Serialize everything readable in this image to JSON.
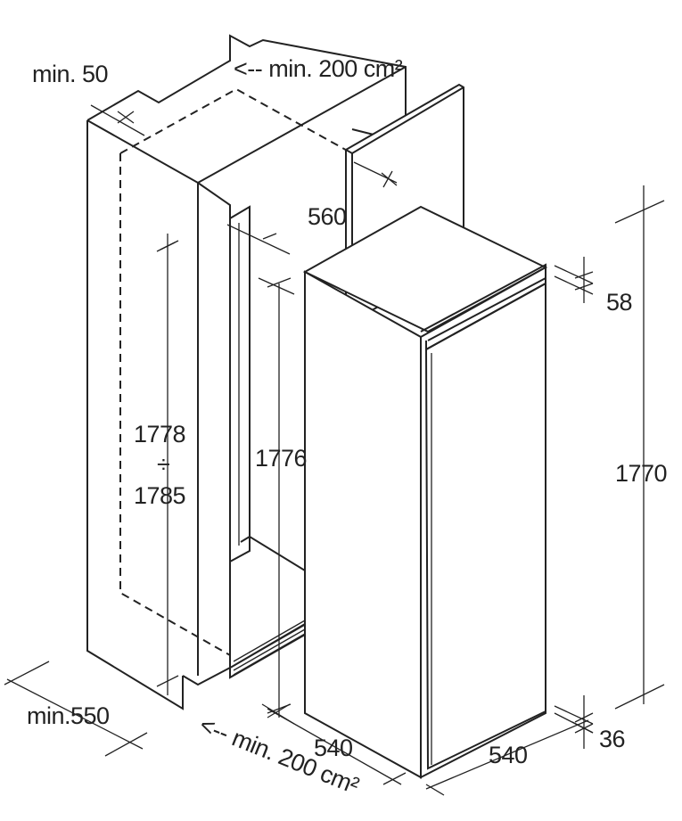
{
  "labels": {
    "gap_top": "min. 50",
    "vent_top": "<-- min. 200 cm²",
    "niche_depth_top": "560",
    "niche_height_a": "1778",
    "niche_height_sep": "÷",
    "niche_height_b": "1785",
    "niche_height_inner": "1776",
    "niche_depth_bottom": "min.550",
    "vent_bottom": "<-- min. 200 cm²",
    "appliance_depth": "540",
    "appliance_width": "540",
    "top_offset": "58",
    "appliance_height": "1770",
    "bottom_offset": "36"
  }
}
